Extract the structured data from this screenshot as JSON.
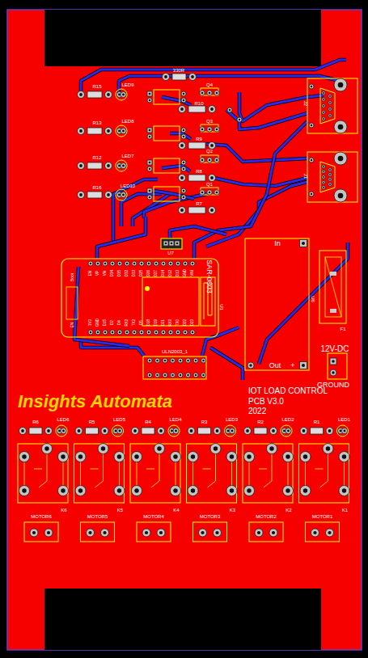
{
  "diagram": {
    "labels": [
      "330R",
      "R15",
      "LED9",
      "R13",
      "LED8",
      "R12",
      "LED7",
      "R16",
      "LED10",
      "Q4",
      "R10",
      "Q3",
      "R9",
      "Q2",
      "R8",
      "Q1",
      "R7",
      "U7",
      "SAR-0803",
      "U1",
      "Boot",
      "EN",
      "EN",
      "VP",
      "VN",
      "D34",
      "D35",
      "D32",
      "D33",
      "D25",
      "D26",
      "D27",
      "D14",
      "D12",
      "D13",
      "GND",
      "VIN",
      "3V3",
      "GND",
      "D15",
      "D2",
      "D4",
      "RX2",
      "TX2",
      "D5",
      "D18",
      "D19",
      "D21",
      "RX0",
      "TX0",
      "D22",
      "D23",
      "ULN2003_1",
      "In",
      "Out",
      "+",
      "U6",
      "F1",
      "12V-DC",
      "GROUND",
      "J2",
      "J1",
      "IOT LOAD CONTROL",
      "PCB V3.0",
      "2022",
      "Insights Automata",
      "R6",
      "LED6",
      "R5",
      "LED5",
      "R4",
      "LED4",
      "R3",
      "LED3",
      "R2",
      "LED2",
      "R1",
      "LED1",
      "K6",
      "K5",
      "K4",
      "K3",
      "K2",
      "K1",
      "MOTOR6",
      "MOTOR5",
      "MOTOR4",
      "MOTOR3",
      "MOTOR2",
      "MOTOR1"
    ]
  }
}
